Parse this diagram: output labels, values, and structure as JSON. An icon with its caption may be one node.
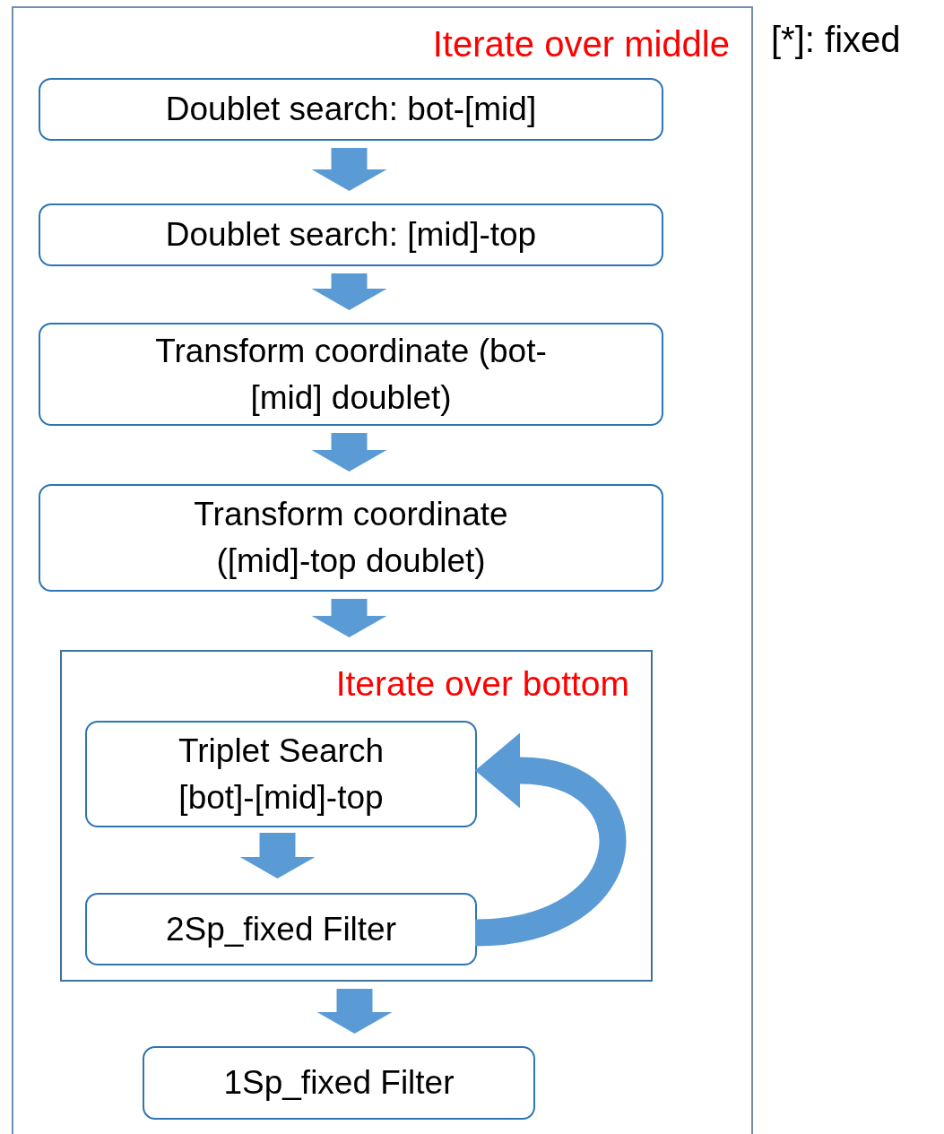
{
  "diagram": {
    "nodes": [
      {
        "text": [
          "Iterate over middle"
        ]
      },
      {
        "text": [
          "Doublet search: bot-[mid]"
        ],
        "in": 0
      },
      {
        "text": [
          "Doublet search: [mid]-top"
        ],
        "in": 0
      },
      {
        "text": [
          "Transform coordinate (bot-[mid] doublet)"
        ],
        "in": 0
      },
      {
        "text": [
          "Transform coordinate ([mid]-top doublet)"
        ],
        "in": 0
      },
      {
        "text": [
          "Iterate over bottom"
        ],
        "in": 0
      },
      {
        "text": [
          "Triplet Search [bot]-[mid]-top"
        ],
        "in": 5
      },
      {
        "text": [
          "2Sp_fixed Filter"
        ],
        "in": 5
      },
      {
        "text": [
          "1Sp_fixed Filter"
        ],
        "in": 0
      }
    ],
    "edges": [
      {
        "from": 1,
        "to": 2,
        "arrow": "to"
      },
      {
        "from": 2,
        "to": 3,
        "arrow": "to"
      },
      {
        "from": 3,
        "to": 4,
        "arrow": "to"
      },
      {
        "from": 4,
        "to": 5,
        "arrow": "to"
      },
      {
        "from": 6,
        "to": 7,
        "arrow": "to"
      },
      {
        "from": 7,
        "to": 6,
        "arrow": "to"
      },
      {
        "from": 5,
        "to": 8,
        "arrow": "to"
      }
    ],
    "labels": [
      "[*]: fixed"
    ]
  }
}
